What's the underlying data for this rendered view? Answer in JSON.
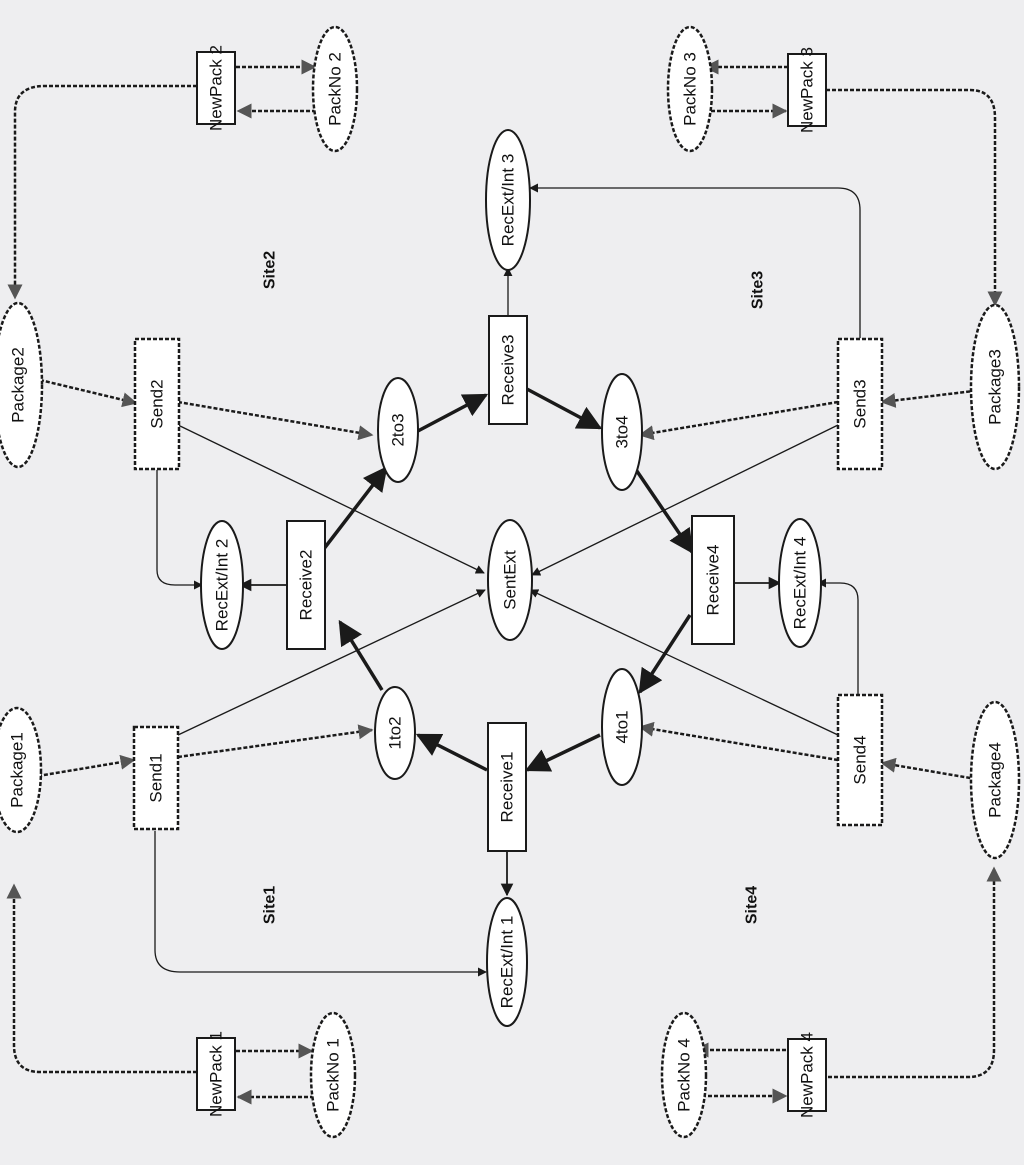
{
  "sites": [
    {
      "id": "site1",
      "label": "Site1"
    },
    {
      "id": "site2",
      "label": "Site2"
    },
    {
      "id": "site3",
      "label": "Site3"
    },
    {
      "id": "site4",
      "label": "Site4"
    }
  ],
  "places": [
    {
      "id": "package1",
      "label": "Package1"
    },
    {
      "id": "package2",
      "label": "Package2"
    },
    {
      "id": "package3",
      "label": "Package3"
    },
    {
      "id": "package4",
      "label": "Package4"
    },
    {
      "id": "packno1",
      "label": "PackNo 1"
    },
    {
      "id": "packno2",
      "label": "PackNo 2"
    },
    {
      "id": "packno3",
      "label": "PackNo 3"
    },
    {
      "id": "packno4",
      "label": "PackNo 4"
    },
    {
      "id": "recext1",
      "label": "RecExt/Int 1"
    },
    {
      "id": "recext2",
      "label": "RecExt/Int 2"
    },
    {
      "id": "recext3",
      "label": "RecExt/Int 3"
    },
    {
      "id": "recext4",
      "label": "RecExt/Int 4"
    },
    {
      "id": "p1to2",
      "label": "1to2"
    },
    {
      "id": "p2to3",
      "label": "2to3"
    },
    {
      "id": "p3to4",
      "label": "3to4"
    },
    {
      "id": "p4to1",
      "label": "4to1"
    },
    {
      "id": "sentext",
      "label": "SentExt"
    }
  ],
  "transitions": [
    {
      "id": "newpack1",
      "label": "NewPack 1"
    },
    {
      "id": "newpack2",
      "label": "NewPack 2"
    },
    {
      "id": "newpack3",
      "label": "NewPack 3"
    },
    {
      "id": "newpack4",
      "label": "NewPack 4"
    },
    {
      "id": "send1",
      "label": "Send1"
    },
    {
      "id": "send2",
      "label": "Send2"
    },
    {
      "id": "send3",
      "label": "Send3"
    },
    {
      "id": "send4",
      "label": "Send4"
    },
    {
      "id": "receive1",
      "label": "Receive1"
    },
    {
      "id": "receive2",
      "label": "Receive2"
    },
    {
      "id": "receive3",
      "label": "Receive3"
    },
    {
      "id": "receive4",
      "label": "Receive4"
    }
  ]
}
